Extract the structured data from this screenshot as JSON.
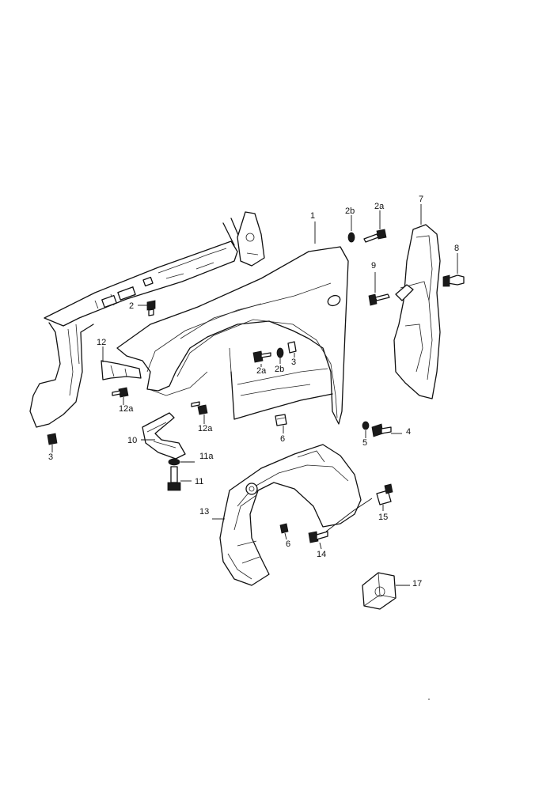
{
  "callouts": [
    {
      "id": "c1",
      "text": "1"
    },
    {
      "id": "c2b_top",
      "text": "2b"
    },
    {
      "id": "c2a_top",
      "text": "2a"
    },
    {
      "id": "c7",
      "text": "7"
    },
    {
      "id": "c8",
      "text": "8"
    },
    {
      "id": "c9",
      "text": "9"
    },
    {
      "id": "c2",
      "text": "2"
    },
    {
      "id": "c12",
      "text": "12"
    },
    {
      "id": "c2a_mid",
      "text": "2a"
    },
    {
      "id": "c2b_mid",
      "text": "2b"
    },
    {
      "id": "c3_mid",
      "text": "3"
    },
    {
      "id": "c12a_left",
      "text": "12a"
    },
    {
      "id": "c12a_right",
      "text": "12a"
    },
    {
      "id": "c6_top",
      "text": "6"
    },
    {
      "id": "c4",
      "text": "4"
    },
    {
      "id": "c5",
      "text": "5"
    },
    {
      "id": "c10",
      "text": "10"
    },
    {
      "id": "c11a",
      "text": "11a"
    },
    {
      "id": "c3_left",
      "text": "3"
    },
    {
      "id": "c11",
      "text": "11"
    },
    {
      "id": "c13",
      "text": "13"
    },
    {
      "id": "c15",
      "text": "15"
    },
    {
      "id": "c6_bot",
      "text": "6"
    },
    {
      "id": "c14",
      "text": "14"
    },
    {
      "id": "c17",
      "text": "17"
    }
  ]
}
